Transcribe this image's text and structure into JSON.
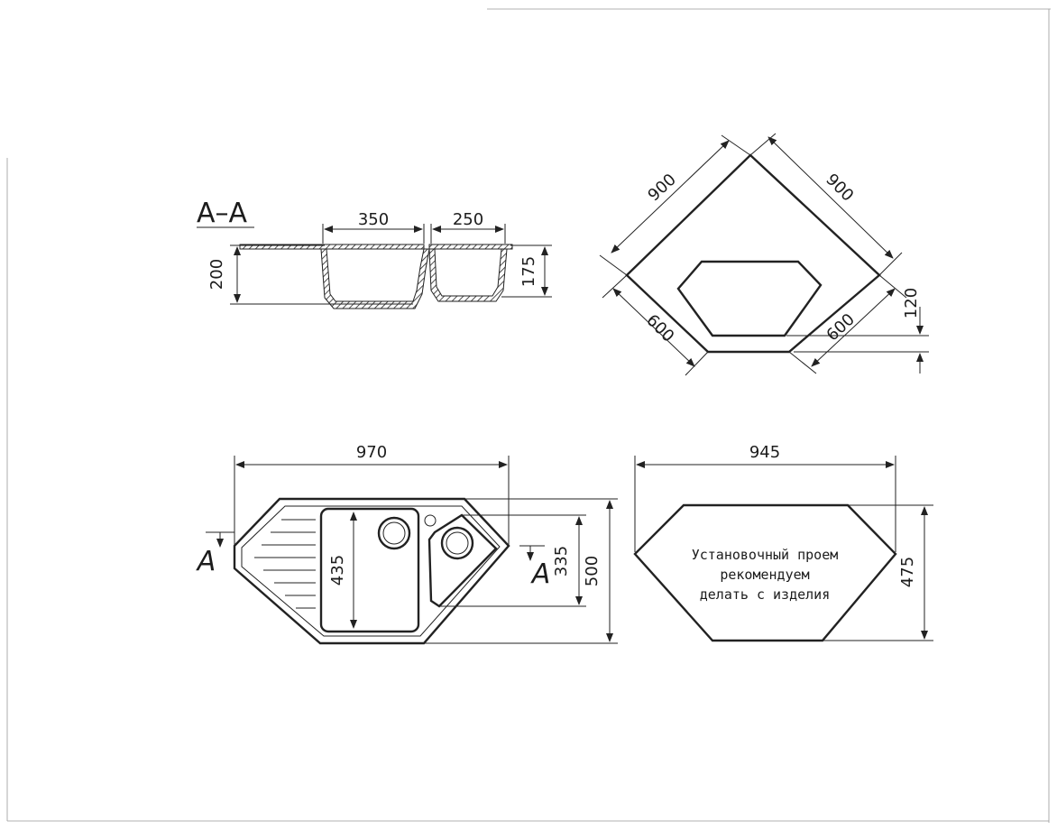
{
  "section": {
    "title": "А–А",
    "dim_bowl_left": "350",
    "dim_bowl_right": "250",
    "dim_height_total": "200",
    "dim_height_bowl": "175"
  },
  "corner": {
    "dim_side_a": "900",
    "dim_side_b": "900",
    "dim_front_a": "600",
    "dim_front_b": "600",
    "dim_offset": "120"
  },
  "plan": {
    "dim_width": "970",
    "dim_depth": "500",
    "dim_bowl_depth": "435",
    "dim_small_bowl_depth": "335",
    "cut_left": "А",
    "cut_right": "А"
  },
  "cutout": {
    "dim_width": "945",
    "dim_depth": "475",
    "note_lines": [
      "Установочный проем",
      "рекомендуем",
      "делать с изделия"
    ]
  }
}
